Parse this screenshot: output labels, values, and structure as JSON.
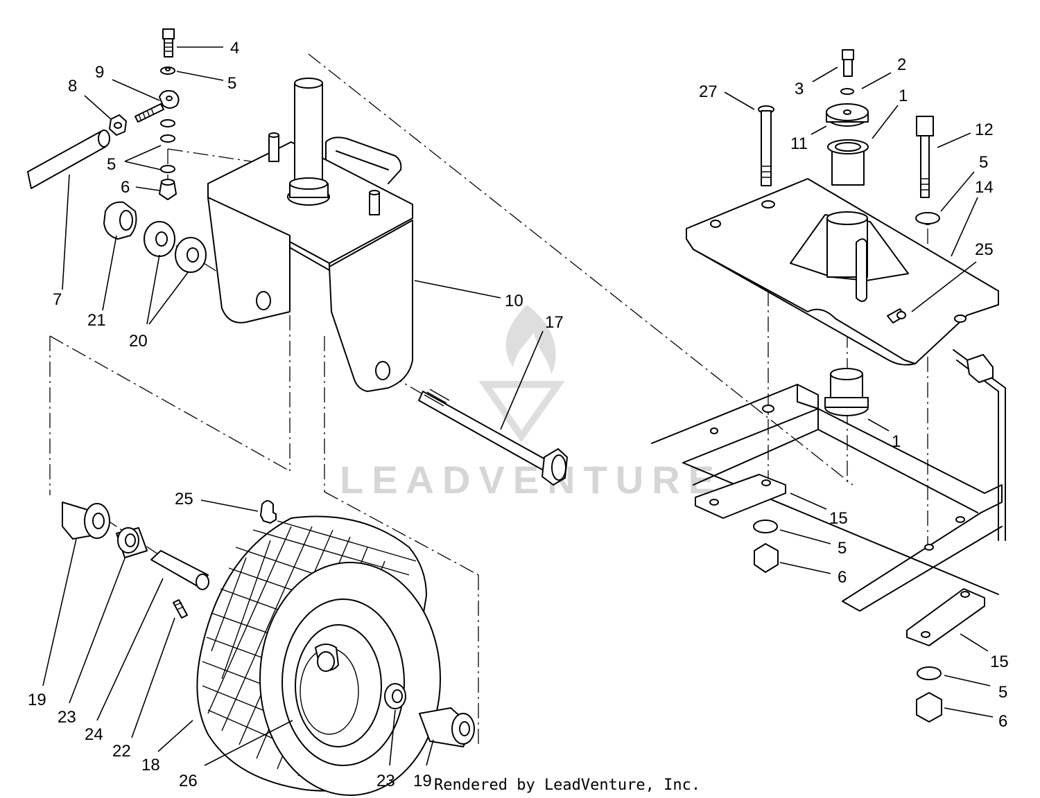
{
  "diagram": {
    "labels": {
      "l1a": "1",
      "l1b": "1",
      "l2": "2",
      "l3": "3",
      "l4": "4",
      "l5a": "5",
      "l5b": "5",
      "l5c": "5",
      "l5d": "5",
      "l5e": "5",
      "l6a": "6",
      "l6b": "6",
      "l6c": "6",
      "l7": "7",
      "l8": "8",
      "l9": "9",
      "l10": "10",
      "l11": "11",
      "l12": "12",
      "l14": "14",
      "l15a": "15",
      "l15b": "15",
      "l17": "17",
      "l18": "18",
      "l19a": "19",
      "l19b": "19",
      "l20": "20",
      "l21": "21",
      "l22": "22",
      "l23a": "23",
      "l23b": "23",
      "l24": "24",
      "l25a": "25",
      "l25b": "25",
      "l26": "26",
      "l27": "27"
    },
    "watermark": "LEADVENTURE",
    "credit": "Rendered by LeadVenture, Inc."
  }
}
